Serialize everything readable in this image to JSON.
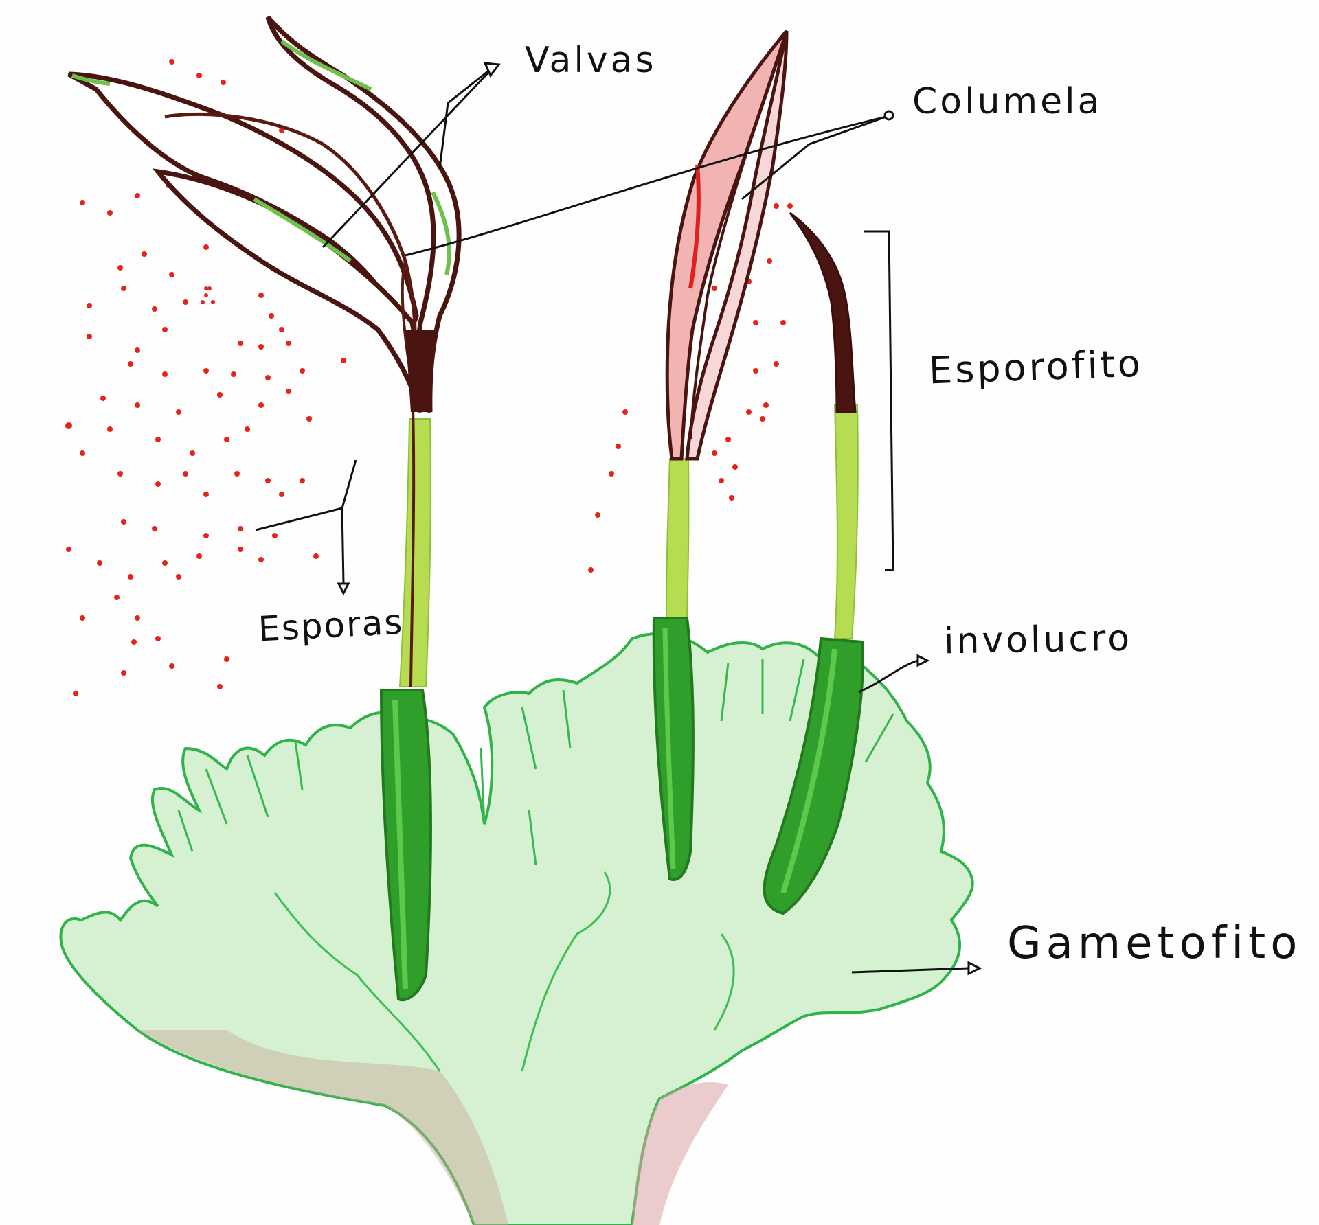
{
  "labels": {
    "valvas": "Valvas",
    "columela": "Columela",
    "esporofito": "Esporofito",
    "esporas": "Esporas",
    "involucro": "involucro",
    "gametofito": "Gametofito"
  },
  "colors": {
    "thallus_fill": "#d6f0d2",
    "thallus_outline": "#2fb34a",
    "involucre": "#2f9e2a",
    "seta": "#b6dc52",
    "capsule_dark": "#4a1410",
    "capsule_pink": "#f2b3b3",
    "spores": "#e8221a",
    "ink": "#111111"
  }
}
